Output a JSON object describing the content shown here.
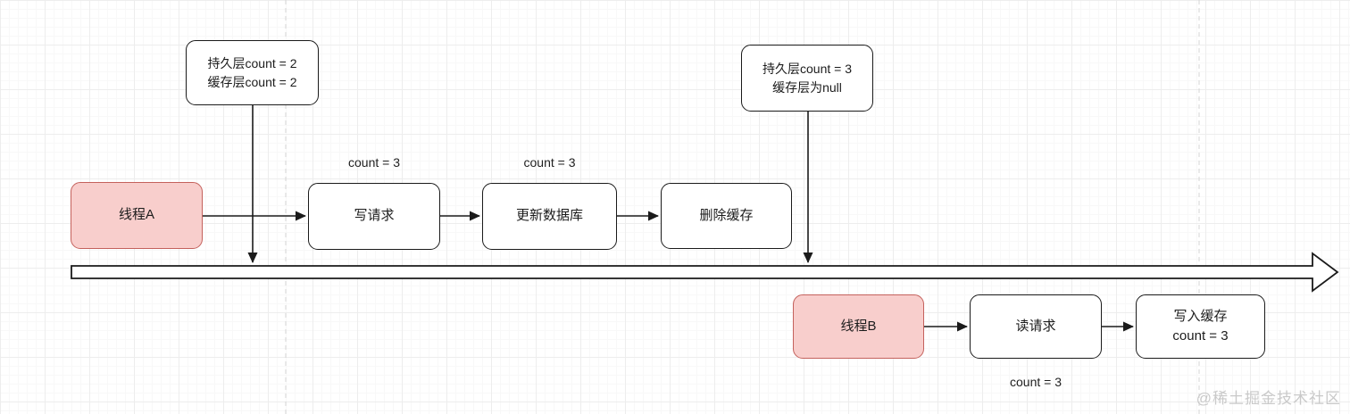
{
  "diagram": {
    "watermark": "@稀土掘金技术社区",
    "callouts": [
      {
        "name": "state-before-write",
        "lines": [
          "持久层count = 2",
          "缓存层count = 2"
        ]
      },
      {
        "name": "state-after-delete",
        "lines": [
          "持久层count = 3",
          "缓存层为null"
        ]
      }
    ],
    "thread_a": {
      "label": "线程A",
      "steps": [
        {
          "label": "写请求",
          "annotation": "count = 3"
        },
        {
          "label": "更新数据库",
          "annotation": "count = 3"
        },
        {
          "label": "删除缓存"
        }
      ]
    },
    "thread_b": {
      "label": "线程B",
      "steps": [
        {
          "label": "读请求",
          "annotation": "count = 3"
        },
        {
          "label": "写入缓存",
          "sublabel": "count = 3"
        }
      ]
    },
    "colors": {
      "thread_fill": "#f8cecc",
      "thread_border": "#c4615c",
      "shape_fill": "#ffffff",
      "shape_border": "#1a1a1a",
      "watermark": "#c9c9c9"
    }
  }
}
